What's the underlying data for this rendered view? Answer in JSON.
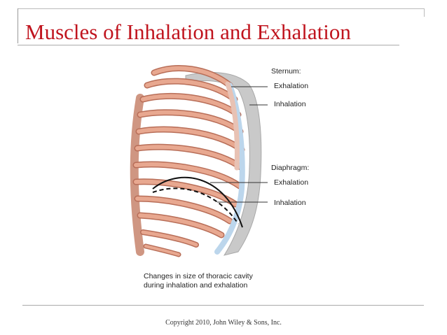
{
  "slide": {
    "title": "Muscles of Inhalation and Exhalation",
    "copyright": "Copyright 2010, John Wiley & Sons, Inc."
  },
  "figure": {
    "labels": {
      "sternum_heading": "Sternum:",
      "sternum_exhalation": "Exhalation",
      "sternum_inhalation": "Inhalation",
      "diaphragm_heading": "Diaphragm:",
      "diaphragm_exhalation": "Exhalation",
      "diaphragm_inhalation": "Inhalation"
    },
    "caption_line1": "Changes in size of thoracic cavity",
    "caption_line2": "during inhalation and exhalation",
    "colors": {
      "rib": "#e8a890",
      "rib_outline": "#b86e58",
      "cartilage": "#bcd6ec",
      "gray_silhouette": "#c9c9c9",
      "title": "#c0141e"
    }
  }
}
